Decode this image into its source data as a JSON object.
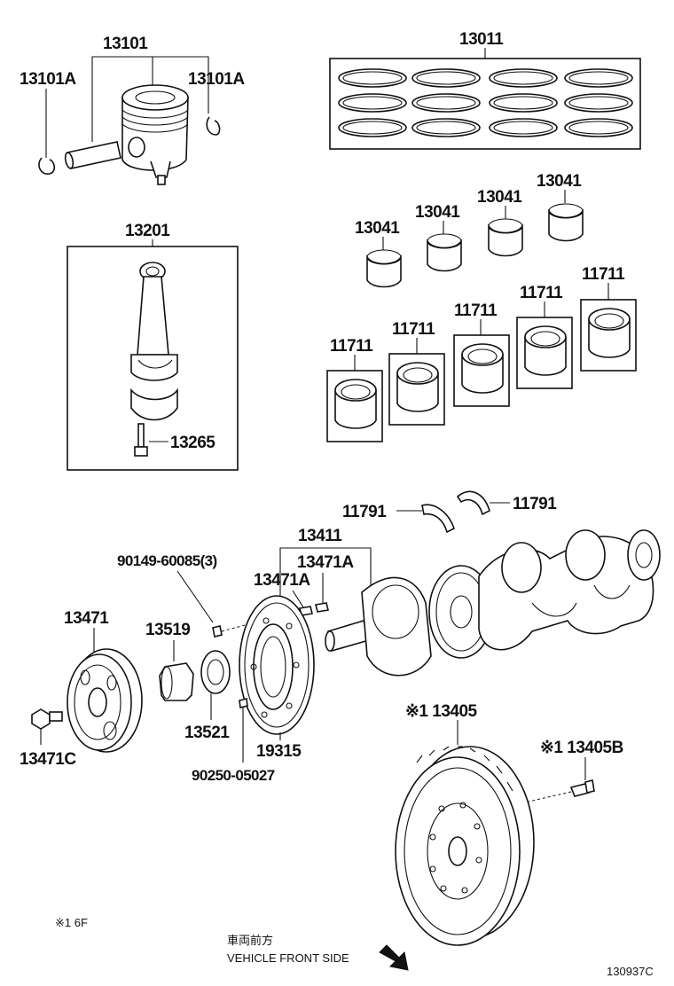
{
  "labels": {
    "p13101": "13101",
    "p13101A_left": "13101A",
    "p13101A_right": "13101A",
    "p13011": "13011",
    "p13201": "13201",
    "p13265": "13265",
    "p13041_1": "13041",
    "p13041_2": "13041",
    "p13041_3": "13041",
    "p13041_4": "13041",
    "p11711_1": "11711",
    "p11711_2": "11711",
    "p11711_3": "11711",
    "p11711_4": "11711",
    "p11711_5": "11711",
    "p11791_left": "11791",
    "p11791_right": "11791",
    "p90149": "90149-60085(3)",
    "p13411": "13411",
    "p13471A_right": "13471A",
    "p13471A_left": "13471A",
    "p13471": "13471",
    "p13519": "13519",
    "p13521": "13521",
    "p19315": "19315",
    "p90250": "90250-05027",
    "p13471C": "13471C",
    "p13405": "※1 13405",
    "p13405B": "※1 13405B"
  },
  "notes": {
    "footnote": "※1 6F",
    "front_jp": "車両前方",
    "front_en": "VEHICLE FRONT SIDE",
    "figure_id": "130937C"
  }
}
